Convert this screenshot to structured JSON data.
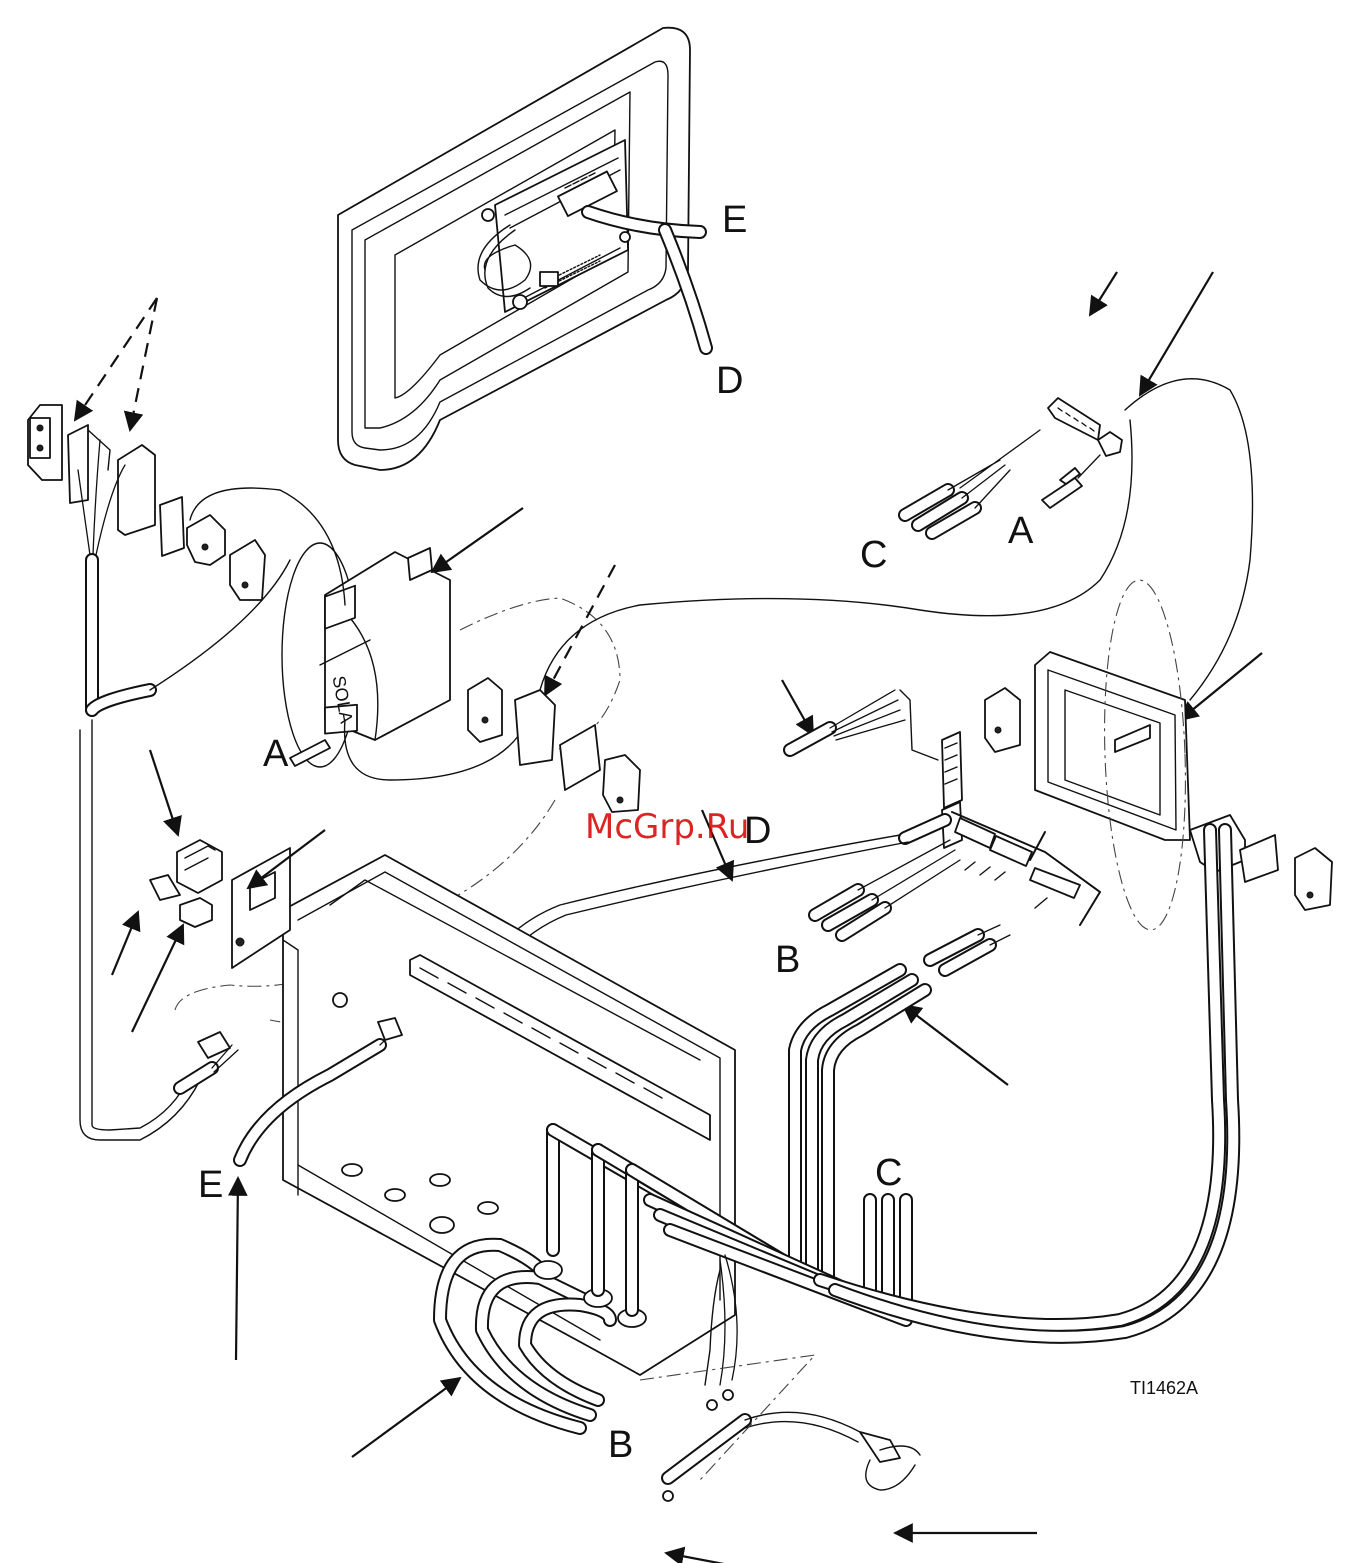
{
  "figure": {
    "callouts": {
      "e_top": "E",
      "d_top": "D",
      "a_right": "A",
      "c_right": "C",
      "a_left": "A",
      "d_mid": "D",
      "b_mid": "B",
      "c_lower": "C",
      "e_lower": "E",
      "b_bottom": "B"
    },
    "reference_code": "TI1462A",
    "watermark": "McGrp.Ru",
    "power_supply_marking": "SOLA"
  }
}
